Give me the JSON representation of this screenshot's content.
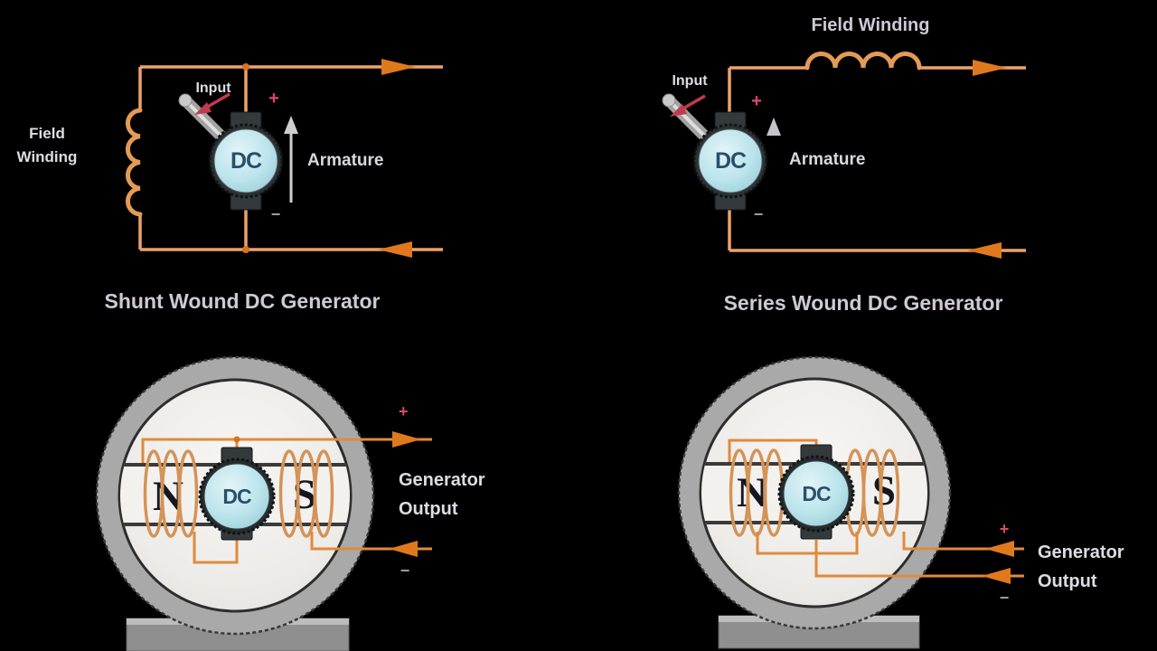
{
  "colors": {
    "background": "#000000",
    "wire_orange": "#EDA269",
    "arrow_orange": "#E0791C",
    "plus_red": "#D84A66",
    "minus_gray": "#9AA0A8",
    "dc_machine_blue": "#B9E2EA",
    "dc_text_navy": "#27506E",
    "label_white": "#DCDCE4"
  },
  "shunt_circuit": {
    "title": "Shunt Wound DC Generator",
    "field_winding_line1": "Field",
    "field_winding_line2": "Winding",
    "input": "Input",
    "armature": "Armature",
    "dc": "DC",
    "plus": "+",
    "minus": "−"
  },
  "series_circuit": {
    "title": "Series Wound DC Generator",
    "field_winding": "Field Winding",
    "input": "Input",
    "armature": "Armature",
    "dc": "DC",
    "plus": "+",
    "minus": "−"
  },
  "shunt_motor": {
    "north_pole": "N",
    "south_pole": "S",
    "dc": "DC",
    "plus": "+",
    "minus": "−",
    "output_line1": "Generator",
    "output_line2": "Output"
  },
  "series_motor": {
    "north_pole": "N",
    "south_pole": "S",
    "dc": "DC",
    "plus": "+",
    "minus": "−",
    "output_line1": "Generator",
    "output_line2": "Output"
  }
}
